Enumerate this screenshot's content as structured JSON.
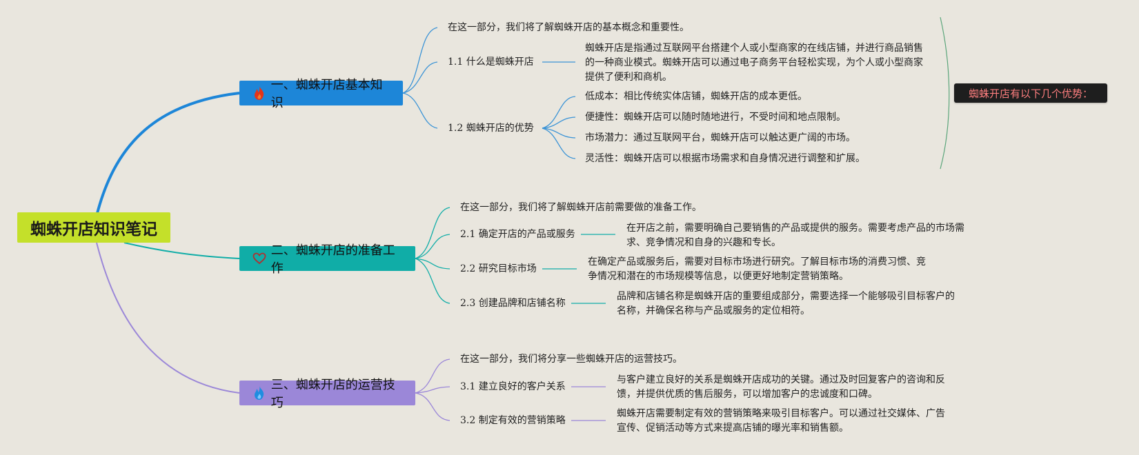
{
  "root": {
    "title": "蜘蛛开店知识笔记"
  },
  "branches": [
    {
      "label": "一、蜘蛛开店基本知识",
      "icon": "fire-icon",
      "color": "#1d86d8",
      "intro": "在这一部分，我们将了解蜘蛛开店的基本概念和重要性。",
      "topics": [
        {
          "label": "1.1 什么是蜘蛛开店",
          "desc": "蜘蛛开店是指通过互联网平台搭建个人或小型商家的在线店铺，并进行商品销售的一种商业模式。蜘蛛开店可以通过电子商务平台轻松实现，为个人或小型商家提供了便利和商机。"
        },
        {
          "label": "1.2 蜘蛛开店的优势",
          "items": [
            "低成本：相比传统实体店铺，蜘蛛开店的成本更低。",
            "便捷性：蜘蛛开店可以随时随地进行，不受时间和地点限制。",
            "市场潜力：通过互联网平台，蜘蛛开店可以触达更广阔的市场。",
            "灵活性：蜘蛛开店可以根据市场需求和自身情况进行调整和扩展。"
          ]
        }
      ]
    },
    {
      "label": "二、蜘蛛开店的准备工作",
      "icon": "heart-icon",
      "color": "#10ada7",
      "intro": "在这一部分，我们将了解蜘蛛开店前需要做的准备工作。",
      "topics": [
        {
          "label": "2.1 确定开店的产品或服务",
          "desc": "在开店之前，需要明确自己要销售的产品或提供的服务。需要考虑产品的市场需求、竞争情况和自身的兴趣和专长。"
        },
        {
          "label": "2.2 研究目标市场",
          "desc": "在确定产品或服务后，需要对目标市场进行研究。了解目标市场的消费习惯、竞争情况和潜在的市场规模等信息，以便更好地制定营销策略。"
        },
        {
          "label": "2.3 创建品牌和店铺名称",
          "desc": "品牌和店铺名称是蜘蛛开店的重要组成部分，需要选择一个能够吸引目标客户的名称，并确保名称与产品或服务的定位相符。"
        }
      ]
    },
    {
      "label": "三、蜘蛛开店的运营技巧",
      "icon": "flame-icon",
      "color": "#9b87d8",
      "intro": "在这一部分，我们将分享一些蜘蛛开店的运营技巧。",
      "topics": [
        {
          "label": "3.1 建立良好的客户关系",
          "desc": "与客户建立良好的关系是蜘蛛开店成功的关键。通过及时回复客户的咨询和反馈，并提供优质的售后服务，可以增加客户的忠诚度和口碑。"
        },
        {
          "label": "3.2 制定有效的营销策略",
          "desc": "蜘蛛开店需要制定有效的营销策略来吸引目标客户。可以通过社交媒体、广告宣传、促销活动等方式来提高店铺的曝光率和销售额。"
        }
      ]
    }
  ],
  "callout": {
    "text": "蜘蛛开店有以下几个优势："
  }
}
